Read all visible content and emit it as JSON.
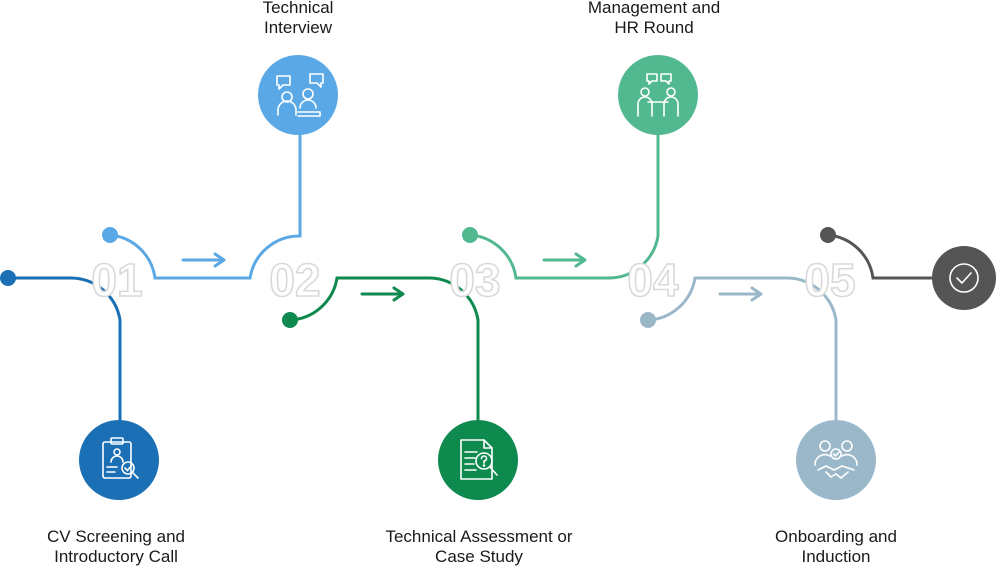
{
  "steps": [
    {
      "number": "01",
      "label": "CV Screening and\nIntroductory Call",
      "color": "#1a6fb5",
      "icon": "clipboard-search-icon"
    },
    {
      "number": "02",
      "label": "Technical\nInterview",
      "color": "#5aa9e6",
      "icon": "interview-chat-icon"
    },
    {
      "number": "03",
      "label": "Technical Assessment or\nCase Study",
      "color": "#0e8a4f",
      "icon": "document-search-icon"
    },
    {
      "number": "04",
      "label": "Management and\nHR Round",
      "color": "#52b890",
      "icon": "meeting-table-icon"
    },
    {
      "number": "05",
      "label": "Onboarding and\nInduction",
      "color": "#9ab8c9",
      "icon": "handshake-team-icon"
    }
  ],
  "final": {
    "color": "#555555",
    "icon": "check-circle-icon"
  }
}
